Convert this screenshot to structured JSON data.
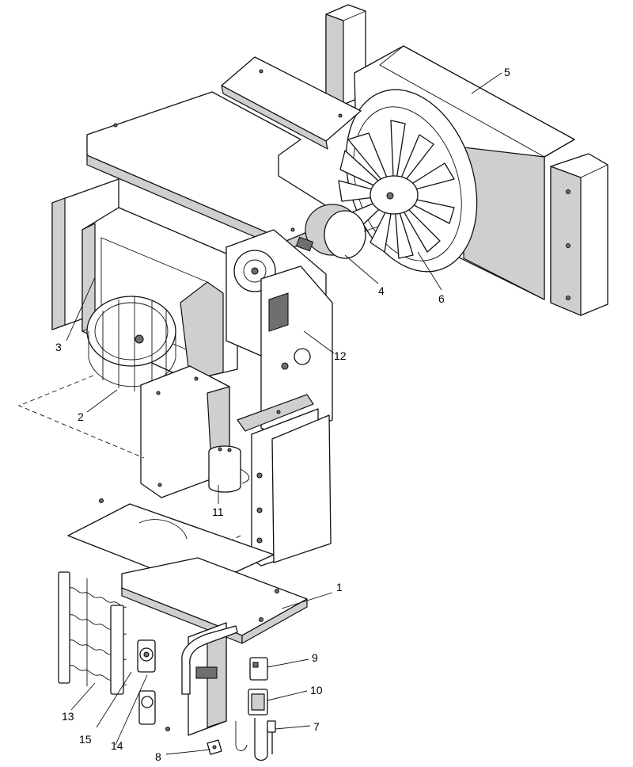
{
  "callouts": [
    {
      "id": "c1",
      "label": "1"
    },
    {
      "id": "c2",
      "label": "2"
    },
    {
      "id": "c3",
      "label": "3"
    },
    {
      "id": "c4",
      "label": "4"
    },
    {
      "id": "c5",
      "label": "5"
    },
    {
      "id": "c6",
      "label": "6"
    },
    {
      "id": "c7",
      "label": "7"
    },
    {
      "id": "c8",
      "label": "8"
    },
    {
      "id": "c9",
      "label": "9"
    },
    {
      "id": "c10",
      "label": "10"
    },
    {
      "id": "c11",
      "label": "11"
    },
    {
      "id": "c12",
      "label": "12"
    },
    {
      "id": "c13",
      "label": "13"
    },
    {
      "id": "c14",
      "label": "14"
    },
    {
      "id": "c15",
      "label": "15"
    }
  ],
  "colors": {
    "line": "#111111",
    "shade": "#cfcfcf",
    "dark": "#6f6f6f",
    "background": "#ffffff"
  }
}
